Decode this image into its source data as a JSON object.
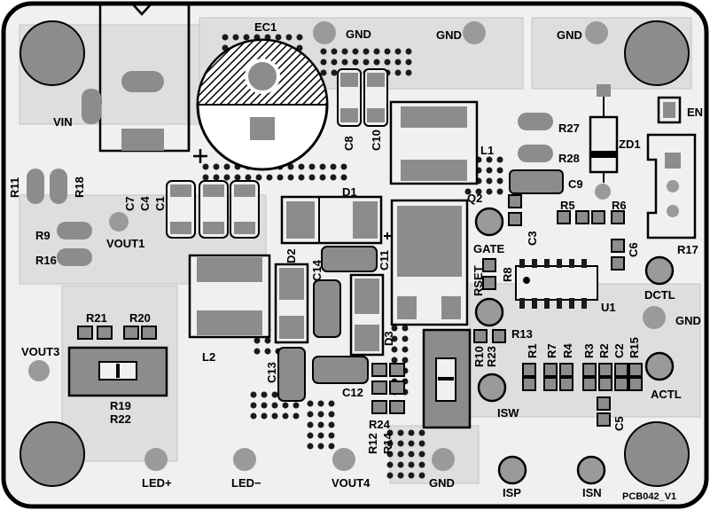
{
  "board": {
    "name": "PCB042_V1",
    "colors": {
      "pcb": "#f0f0f0",
      "copper": "#d9d9d9",
      "pad": "#8c8c8c",
      "outline": "#000000",
      "hole": "#1a1a1a"
    }
  },
  "components": {
    "ec1": "EC1",
    "l1": "L1",
    "l2": "L2",
    "d1": "D1",
    "d2": "D2",
    "d3": "D3",
    "zd1": "ZD1",
    "q2": "Q2",
    "u1": "U1",
    "c1": "C1",
    "c2": "C2",
    "c3": "C3",
    "c4": "C4",
    "c5": "C5",
    "c6": "C6",
    "c7": "C7",
    "c8": "C8",
    "c9": "C9",
    "c10": "C10",
    "c11": "C11",
    "c12": "C12",
    "c13": "C13",
    "c14": "C14",
    "r1": "R1",
    "r2": "R2",
    "r3": "R3",
    "r4": "R4",
    "r5": "R5",
    "r6": "R6",
    "r7": "R7",
    "r8": "R8",
    "r9": "R9",
    "r10": "R10",
    "r11": "R11",
    "r12": "R12",
    "r13": "R13",
    "r14": "R14",
    "r15": "R15",
    "r16": "R16",
    "r17": "R17",
    "r18": "R18",
    "r19": "R19",
    "r20": "R20",
    "r21": "R21",
    "r22": "R22",
    "r23": "R23",
    "r24": "R24",
    "r27": "R27",
    "r28": "R28",
    "rset": "RSET"
  },
  "testpoints": {
    "vin": "VIN",
    "vout1": "VOUT1",
    "vout3": "VOUT3",
    "vout4": "VOUT4",
    "gate": "GATE",
    "isw": "ISW",
    "isp": "ISP",
    "isn": "ISN",
    "dctl": "DCTL",
    "actl": "ACTL",
    "en": "EN",
    "led_plus": "LED+",
    "led_minus": "LED−",
    "gnd_1": "GND",
    "gnd_2": "GND",
    "gnd_3": "GND",
    "gnd_4": "GND",
    "gnd_5": "GND"
  }
}
